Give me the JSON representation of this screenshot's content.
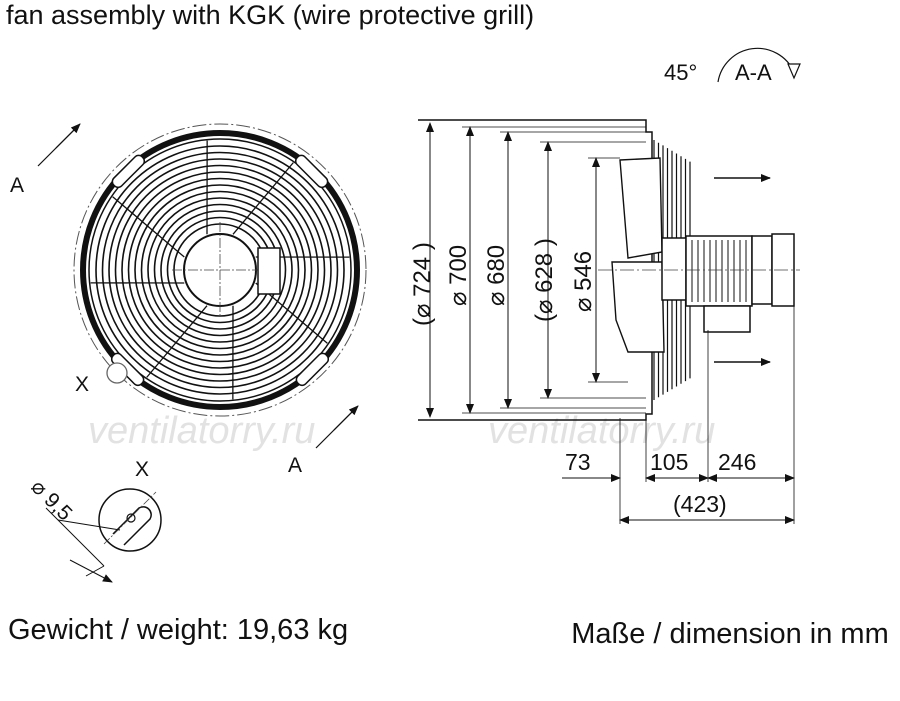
{
  "title": "fan assembly with KGK (wire protective grill)",
  "section_view": {
    "angle": "45°",
    "label": "A-A"
  },
  "front_view": {
    "section_mark_top": "A",
    "section_mark_bottom": "A",
    "detail_mark": "X"
  },
  "detail": {
    "title": "X",
    "hole_diameter": "⌀ 9,5"
  },
  "diameters": {
    "d724": "(⌀ 724 )",
    "d700": "⌀ 700",
    "d680": "⌀ 680",
    "d628": "(⌀ 628 )",
    "d546": "⌀ 546"
  },
  "lengths": {
    "l73": "73",
    "l105": "105",
    "l246": "246",
    "l423": "(423)"
  },
  "watermark": "ventilatorry.ru",
  "weight": "Gewicht / weight: 19,63 kg",
  "units": "Maße / dimension in mm"
}
